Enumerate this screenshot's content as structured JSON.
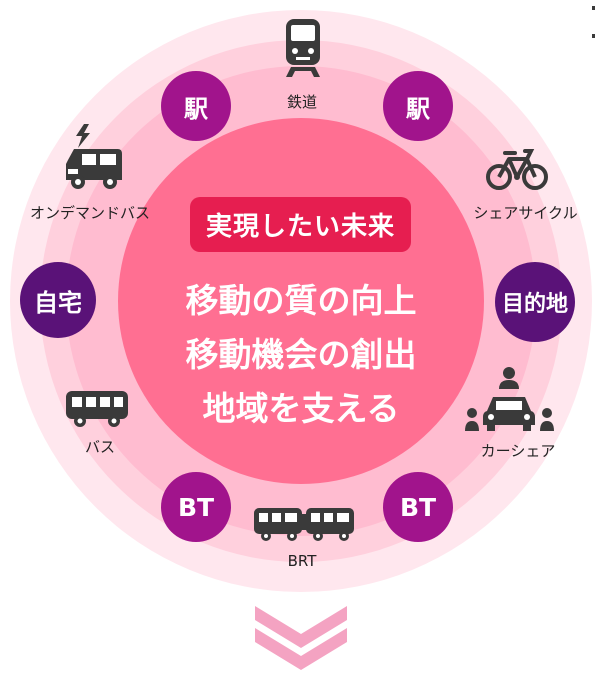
{
  "center": {
    "highlight": "実現したい未来",
    "lines": [
      "移動の質の向上",
      "移動機会の創出",
      "地域を支える"
    ]
  },
  "nodes": {
    "station_left": "駅",
    "station_right": "駅",
    "home": "自宅",
    "destination": "目的地",
    "bt_left": "BT",
    "bt_right": "BT"
  },
  "modes": {
    "rail": "鉄道",
    "on_demand_bus": "オンデマンドバス",
    "share_cycle": "シェアサイクル",
    "bus": "バス",
    "car_share": "カーシェア",
    "brt": "BRT"
  },
  "icons": {
    "rail": "train-icon",
    "on_demand_bus": "on-demand-van-icon",
    "share_cycle": "bicycle-icon",
    "bus": "bus-icon",
    "car_share": "car-share-icon",
    "brt": "brt-articulated-bus-icon",
    "arrow": "double-chevron-down-icon"
  },
  "colors": {
    "ring_outer": "#ffe7ee",
    "ring_mid": "#ffbcd0",
    "ring_inner": "#ff6f92",
    "highlight_box": "#e61e50",
    "node_magenta": "#a1148c",
    "node_purple": "#5a1278",
    "icon_gray": "#3a3a3a",
    "arrow": "#f4a3c2"
  }
}
